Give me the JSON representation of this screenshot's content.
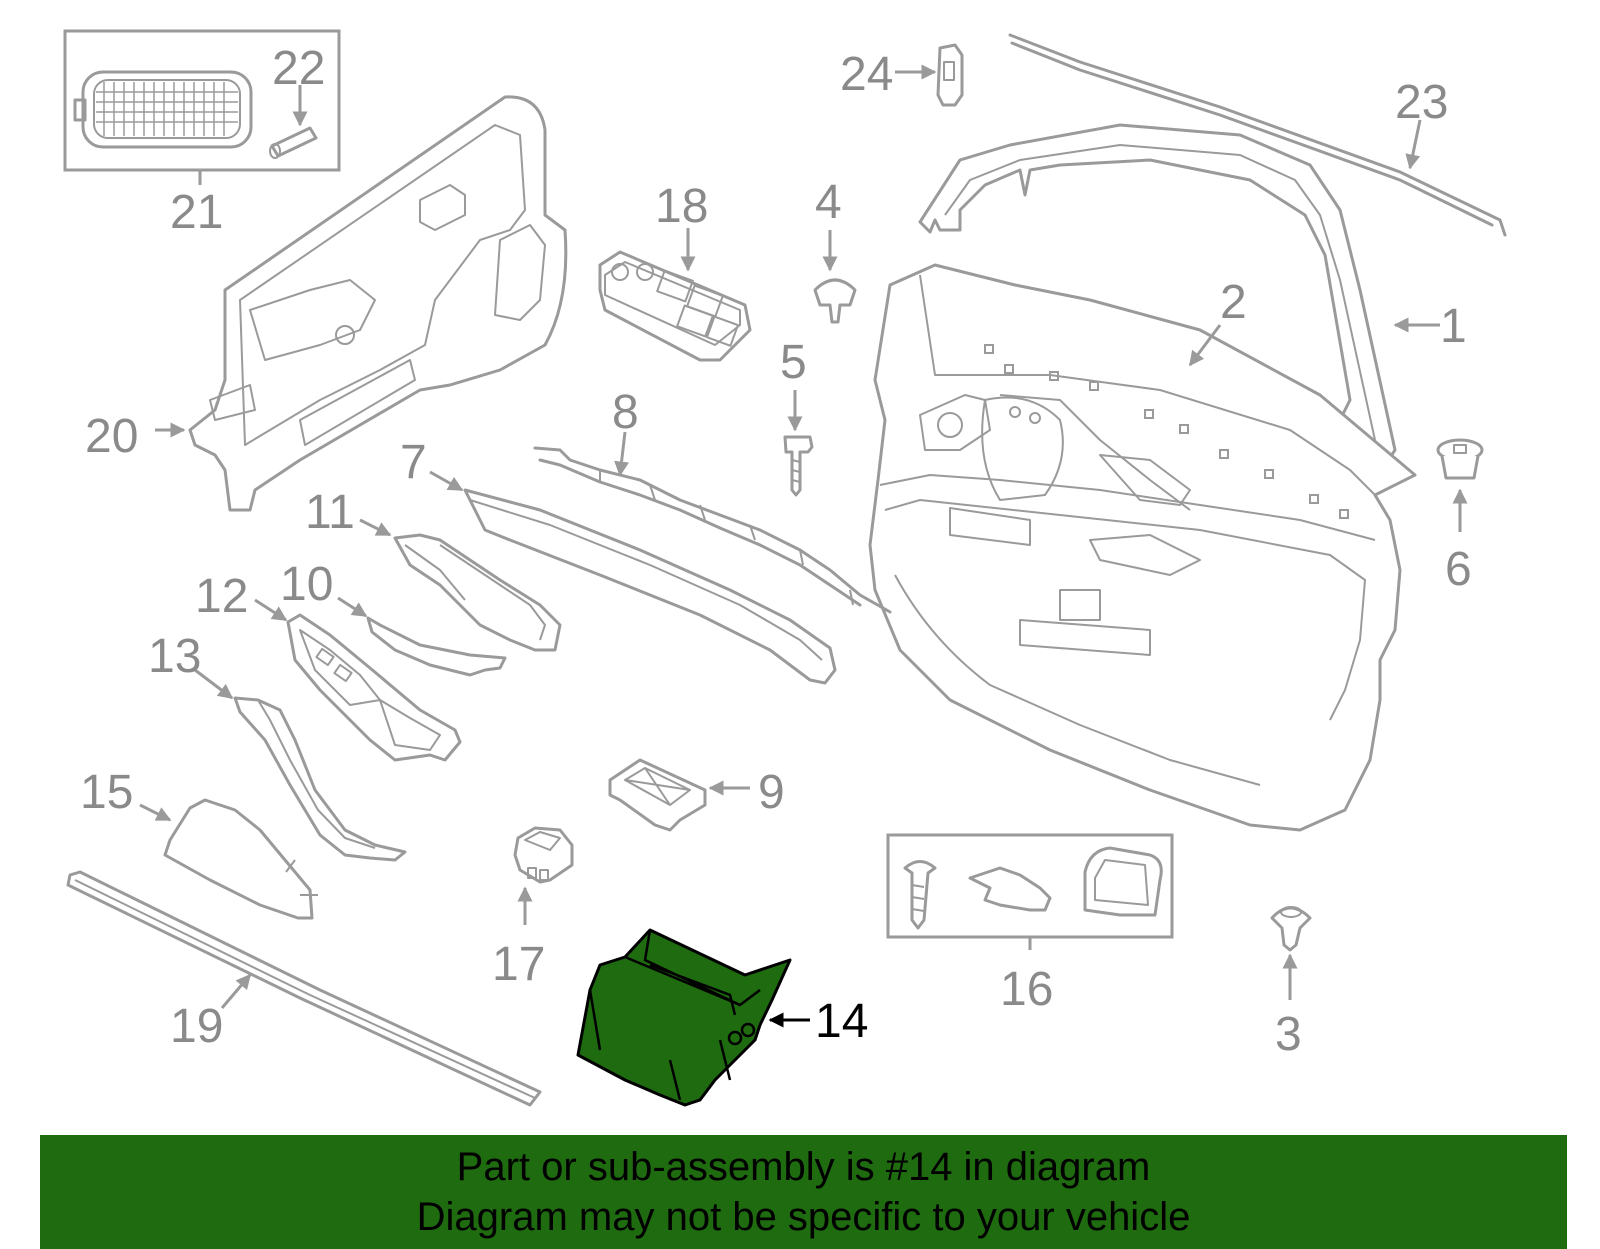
{
  "colors": {
    "banner_bg": "#1f6b10",
    "highlight_part": "#1e6b10",
    "line_art": "#9a9a9a"
  },
  "callouts": {
    "c1": "1",
    "c2": "2",
    "c3": "3",
    "c4": "4",
    "c5": "5",
    "c6": "6",
    "c7": "7",
    "c8": "8",
    "c9": "9",
    "c10": "10",
    "c11": "11",
    "c12": "12",
    "c13": "13",
    "c14": "14",
    "c15": "15",
    "c16": "16",
    "c17": "17",
    "c18": "18",
    "c19": "19",
    "c20": "20",
    "c21": "21",
    "c22": "22",
    "c23": "23",
    "c24": "24"
  },
  "highlighted_part": "14",
  "banner": {
    "line1": "Part or sub-assembly is #14 in diagram",
    "line2": "Diagram may not be specific to your vehicle"
  }
}
